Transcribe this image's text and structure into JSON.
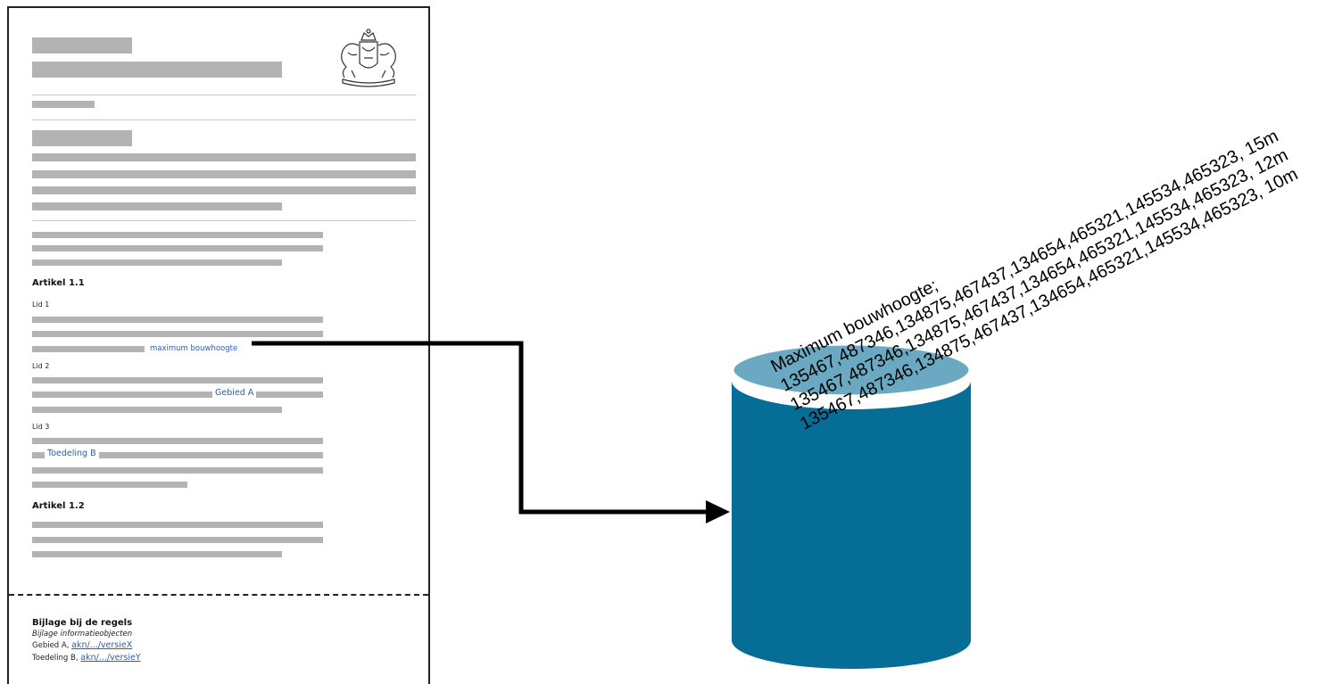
{
  "document": {
    "article_1_title": "Artikel 1.1",
    "lid_1": "Lid 1",
    "lid_1_link": "maximum bouwhoogte",
    "lid_2": "Lid 2",
    "lid_2_link": "Gebied A",
    "lid_3": "Lid 3",
    "lid_3_link": "Toedeling B",
    "article_2_title": "Artikel 1.2",
    "appendix": {
      "title": "Bijlage bij de regels",
      "subtitle": "Bijlage informatieobjecten",
      "line_1_label": "Gebied A,",
      "line_1_link": "akn/.../versieX",
      "line_2_label": "Toedeling B,",
      "line_2_link": "akn/.../versieY"
    }
  },
  "database_text": {
    "heading": "Maximum bouwhoogte;",
    "rows": [
      "135467,487346,134875,467437,134654,465321,145534,465323, 15m",
      "135467,487346,134875,467437,134654,465321,145534,465323, 12m",
      "135467,487346,134875,467437,134654,465321,145534,465323, 10m"
    ]
  },
  "colors": {
    "cylinder_body": "#066e96",
    "cylinder_top": "#6aa9c1",
    "placeholder_bar": "#b3b3b3",
    "link": "#2f5ea8"
  }
}
